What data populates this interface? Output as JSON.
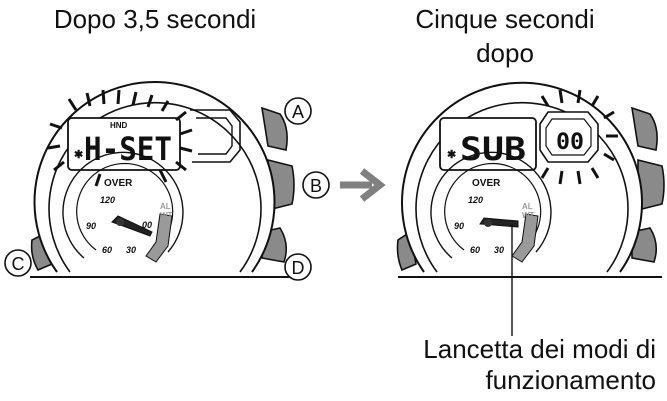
{
  "captions": {
    "left_title": "Dopo 3,5 secondi",
    "right_title_line1": "Cinque secondi",
    "right_title_line2": "dopo",
    "pointer_label_line1": "Lancetta dei modi di",
    "pointer_label_line2": "funzionamento"
  },
  "left_watch": {
    "mode_tag": "HND",
    "display_text": "H-SET",
    "subdial_over": "OVER",
    "scale_120": "120",
    "scale_90": "90",
    "scale_60": "60",
    "scale_30": "30",
    "scale_00": "00",
    "al": "AL",
    "wt": "WT"
  },
  "right_watch": {
    "display_text": "SUB",
    "small_display_text": "00",
    "subdial_over": "OVER",
    "scale_120": "120",
    "scale_90": "90",
    "scale_60": "60",
    "scale_30": "30",
    "al": "AL",
    "wt": "WT"
  },
  "buttons": {
    "a": "A",
    "b": "B",
    "c": "C",
    "d": "D"
  },
  "arrow_icon": "right-arrow-icon",
  "colors": {
    "line": "#111111",
    "button_gray": "#8a8a8a",
    "arrow_gray": "#808080",
    "checker_gray": "#9a9a9a"
  }
}
